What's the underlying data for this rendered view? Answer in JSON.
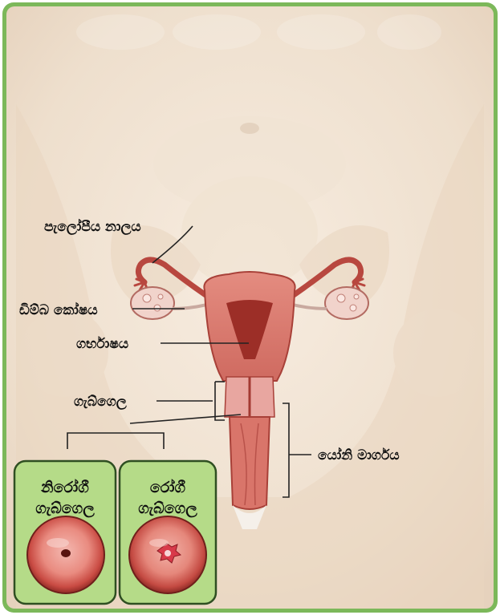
{
  "labels": {
    "fallopian_tube": "පැලෝපීය නාලය",
    "ovary": "ඩිම්බ කෝෂය",
    "uterus": "ගර්භාෂය",
    "cervix": "ගැබ්ගෙල",
    "vagina": "යෝනි මාර්ගය"
  },
  "panels": [
    {
      "line1": "නිරෝගී",
      "line2": "ගැබ්ගෙල"
    },
    {
      "line1": "රෝගී",
      "line2": "ගැබ්ගෙල"
    }
  ],
  "colors": {
    "frame_green": "#6aa84f",
    "panel_fill": "#b7dd8a",
    "skin": "#f2e3cf",
    "organ": "#d8736a",
    "organ_dark": "#a33a32"
  }
}
